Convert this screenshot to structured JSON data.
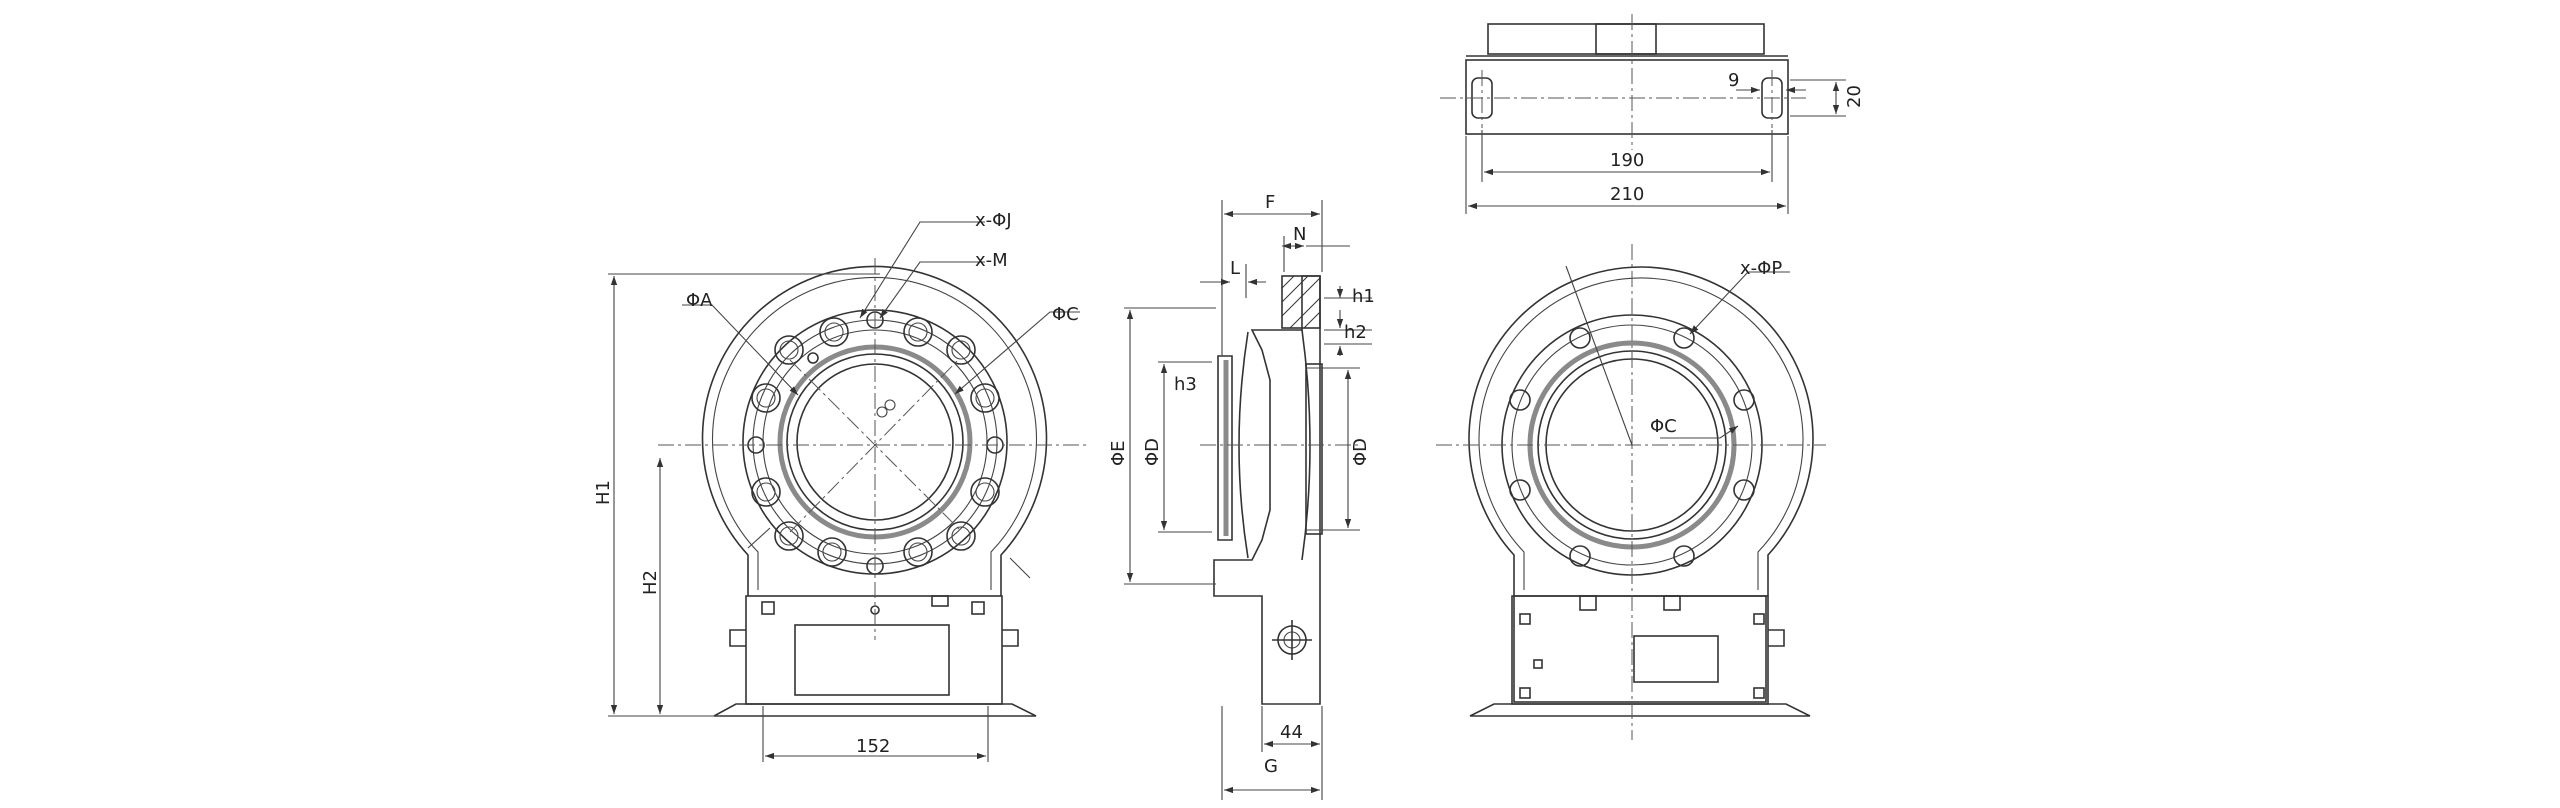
{
  "drawing": {
    "front_view": {
      "labels": {
        "qty_hole_j": "x-ΦJ",
        "qty_thread_m": "x-M",
        "dia_a": "ΦA",
        "dia_c": "ΦC",
        "height_h1": "H1",
        "height_h2": "H2",
        "width_152": "152"
      }
    },
    "side_view": {
      "labels": {
        "dim_f": "F",
        "dim_n": "N",
        "dim_l": "L",
        "dim_h1": "h1",
        "dim_h2": "h2",
        "dim_h3": "h3",
        "dia_e": "ΦE",
        "dia_d_left": "ΦD",
        "dia_d_right": "ΦD",
        "dim_44": "44",
        "dim_g": "G"
      }
    },
    "top_view": {
      "labels": {
        "dim_9": "9",
        "dim_20": "20",
        "dim_190": "190",
        "dim_210": "210"
      }
    },
    "rear_view": {
      "labels": {
        "qty_hole_p": "x-ΦP",
        "dia_c": "ΦC"
      }
    }
  }
}
